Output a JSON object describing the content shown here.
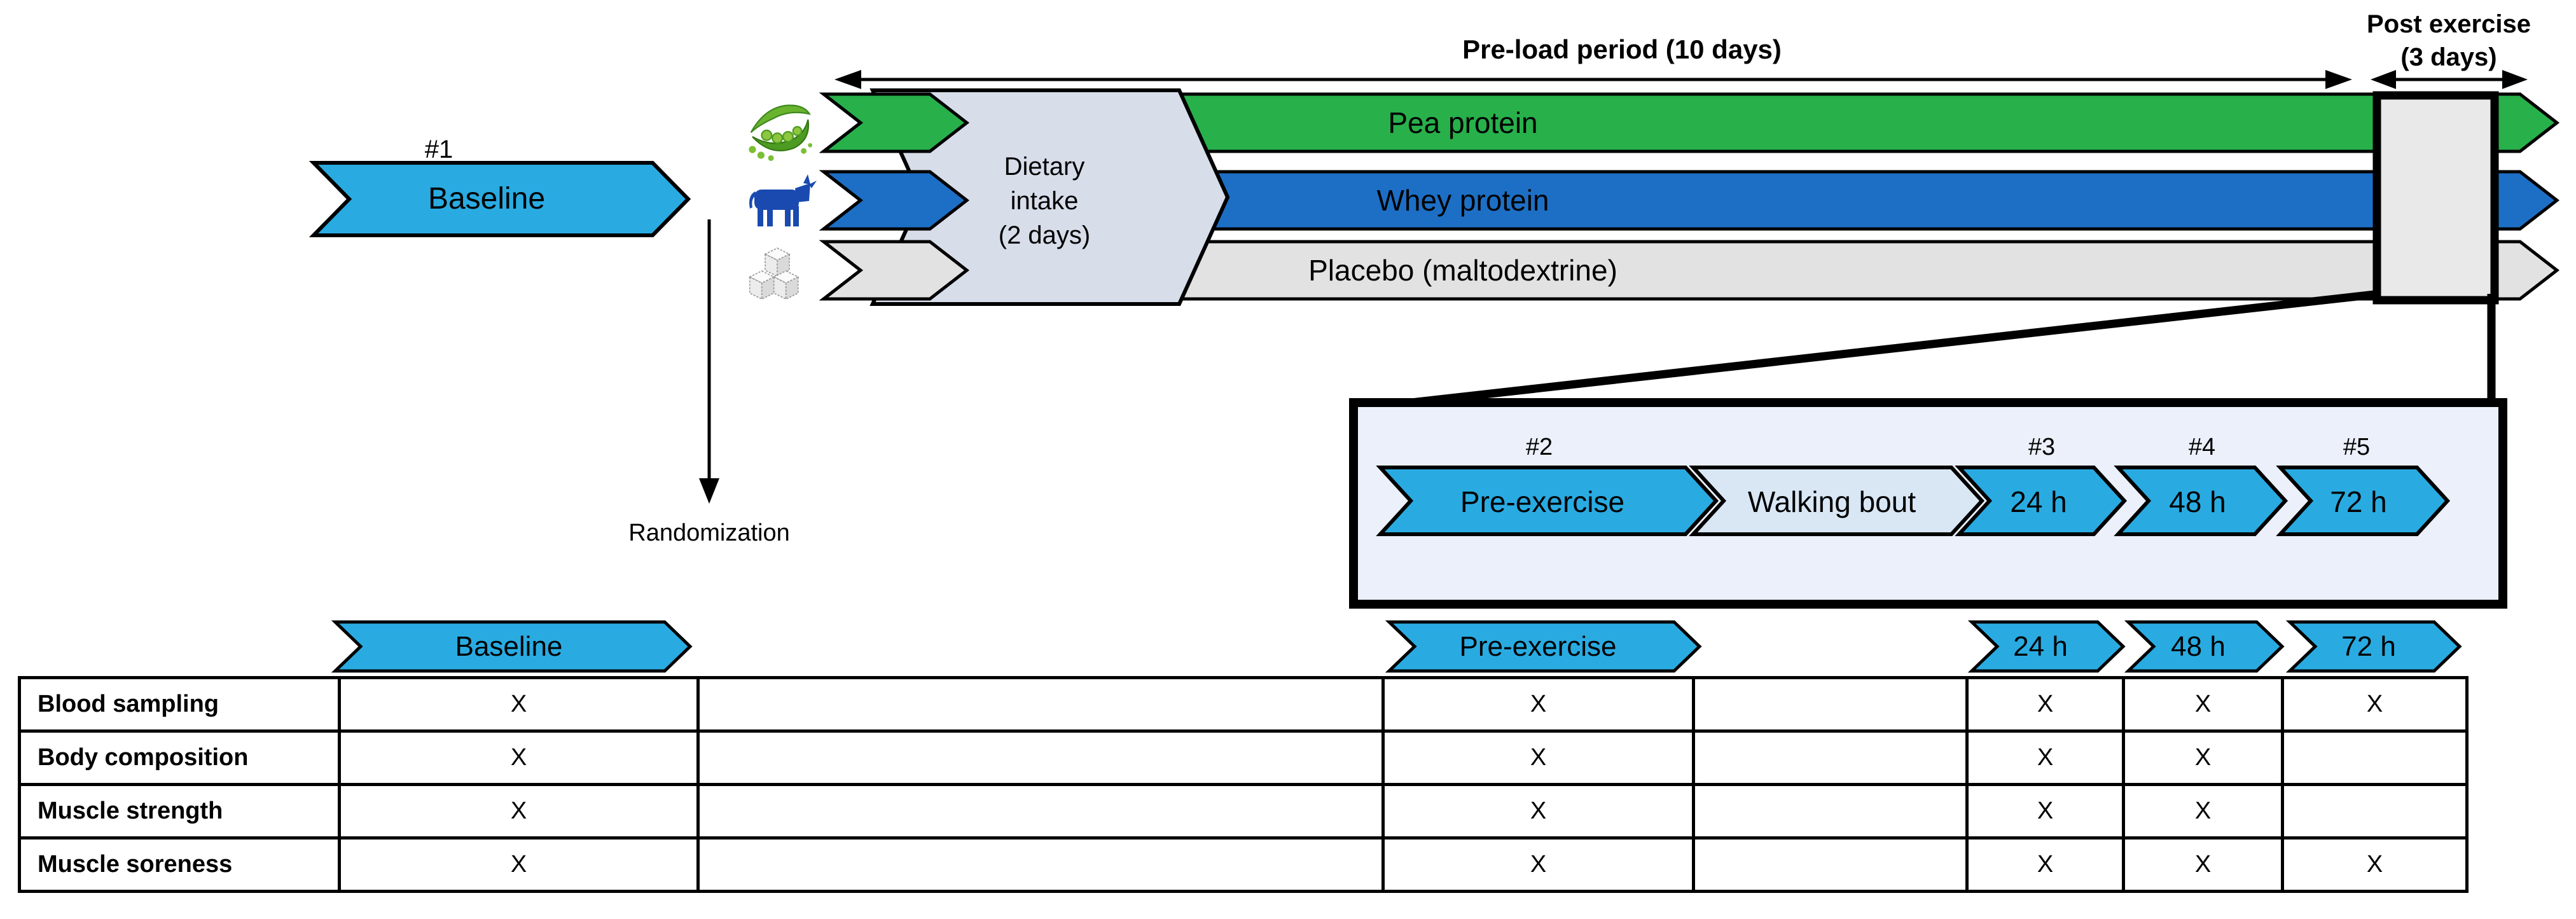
{
  "header": {
    "preload_label": "Pre-load period (10 days)",
    "post_exercise_line1": "Post exercise",
    "post_exercise_line2": "(3 days)"
  },
  "baseline": {
    "number": "#1",
    "label": "Baseline"
  },
  "randomization_label": "Randomization",
  "arms": [
    {
      "label": "Pea protein",
      "icon": "pea-icon"
    },
    {
      "label": "Whey protein",
      "icon": "cow-icon"
    },
    {
      "label": "Placebo (maltodextrine)",
      "icon": "sugar-cubes-icon"
    }
  ],
  "dietary_intake": {
    "line1": "Dietary",
    "line2": "intake",
    "line3": "(2 days)"
  },
  "inset": {
    "steps": [
      {
        "number": "#2",
        "label": "Pre-exercise"
      },
      {
        "number": "",
        "label": "Walking bout"
      },
      {
        "number": "#3",
        "label": "24 h"
      },
      {
        "number": "#4",
        "label": "48 h"
      },
      {
        "number": "#5",
        "label": "72 h"
      }
    ]
  },
  "bottom_row": {
    "items": [
      {
        "label": "Baseline"
      },
      {
        "label": "Pre-exercise"
      },
      {
        "label": "24 h"
      },
      {
        "label": "48 h"
      },
      {
        "label": "72 h"
      }
    ]
  },
  "table": {
    "rows": [
      {
        "label": "Blood sampling",
        "marks": [
          "X",
          "X",
          "X",
          "X",
          "X"
        ]
      },
      {
        "label": "Body composition",
        "marks": [
          "X",
          "X",
          "X",
          "X",
          ""
        ]
      },
      {
        "label": "Muscle strength",
        "marks": [
          "X",
          "X",
          "X",
          "X",
          ""
        ]
      },
      {
        "label": "Muscle soreness",
        "marks": [
          "X",
          "X",
          "X",
          "X",
          "X"
        ]
      }
    ]
  },
  "colors": {
    "cyan": "#29abe2",
    "green": "#28b04b",
    "blue": "#1d6fc5",
    "placebo_gray": "#e2e2e2",
    "pentagon": "#d7dde9",
    "inset_bg": "#ebf0fa",
    "walking_bout": "#d9e7f5",
    "window_gray": "#e9e9e9",
    "outline": "#000000"
  }
}
